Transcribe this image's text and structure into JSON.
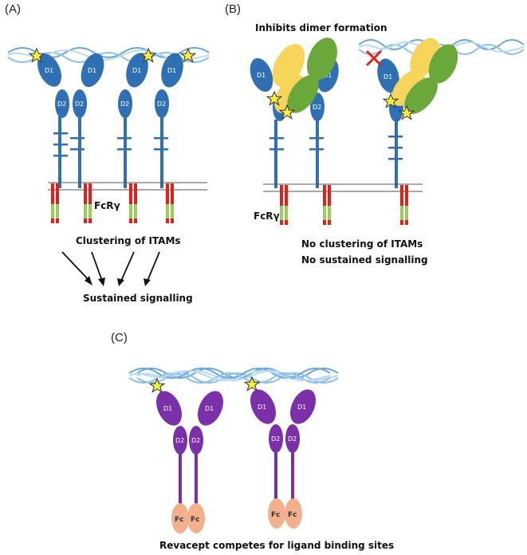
{
  "panels": {
    "a": {
      "label": "(A)",
      "fc_label": "FcRγ",
      "clustering": "Clustering of ITAMs",
      "sustained": "Sustained signalling"
    },
    "b": {
      "label": "(B)",
      "inhibits": "Inhibits dimer formation",
      "fc_label": "FcRγ",
      "no_clustering": "No clustering of ITAMs",
      "no_sustained": "No sustained signalling"
    },
    "c": {
      "label": "(C)",
      "caption": "Revacept competes for ligand binding sites"
    }
  },
  "domain_labels": {
    "d1": "D1",
    "d2": "D2",
    "fc": "Fc"
  },
  "colors": {
    "receptor_blue": "#2f6fb3",
    "revacept_purple": "#7b2fa8",
    "fc_orange": "#f2b08c",
    "antibody_yellow": "#f7d55b",
    "antibody_green": "#6aa83c",
    "itam_red": "#e0201b",
    "itam_green": "#9ccc5b",
    "collagen": "#a8d0ec",
    "star": "#f6ee3a"
  }
}
